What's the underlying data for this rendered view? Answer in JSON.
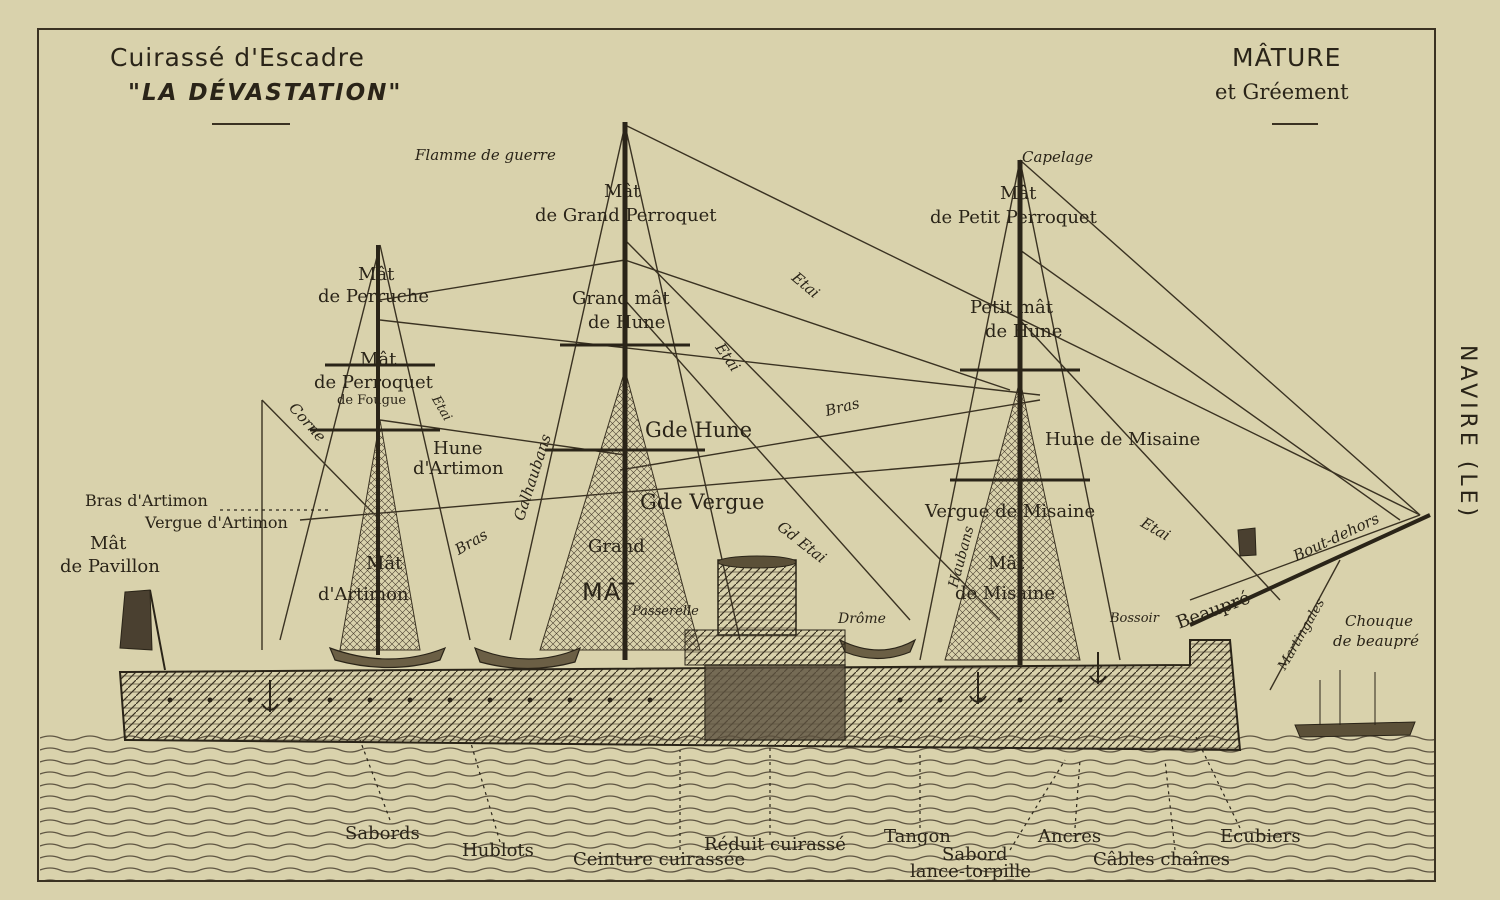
{
  "header": {
    "title": "Cuirassé d'Escadre",
    "subtitle": "\"LA DÉVASTATION\"",
    "right_title": "MÂTURE",
    "right_subtitle": "et Gréement",
    "side_label": "NAVIRE (LE)"
  },
  "labels": {
    "flamme": "Flamme de guerre",
    "capelage": "Capelage",
    "mat_grand_perroquet_1": "Mât",
    "mat_grand_perroquet_2": "de Grand Perroquet",
    "mat_petit_perroquet_1": "Mât",
    "mat_petit_perroquet_2": "de Petit Perroquet",
    "mat_perruche_1": "Mât",
    "mat_perruche_2": "de Perruche",
    "grand_mat_hune_1": "Grand mât",
    "grand_mat_hune_2": "de Hune",
    "petit_mat_hune_1": "Petit mât",
    "petit_mat_hune_2": "de Hune",
    "mat_perroquet_fougue_1": "Mât",
    "mat_perroquet_fougue_2": "de Perroquet",
    "mat_perroquet_fougue_3": "de Fougue",
    "etai_1": "Etai",
    "etai_2": "Etai",
    "etai_3": "Etai",
    "etai_4": "Etai",
    "bras_1": "Bras",
    "bras_2": "Bras",
    "corne": "Corne",
    "hune_artimon_1": "Hune",
    "hune_artimon_2": "d'Artimon",
    "gde_hune": "Gde Hune",
    "hune_misaine": "Hune de Misaine",
    "bras_artimon": "Bras d'Artimon",
    "vergue_artimon": "Vergue d'Artimon",
    "galhaubans": "Galhaubans",
    "gde_vergue": "Gde Vergue",
    "vergue_misaine": "Vergue de Misaine",
    "gd_etai": "Gd Etai",
    "mat_pavillon_1": "Mât",
    "mat_pavillon_2": "de Pavillon",
    "mat_artimon_1": "Mât",
    "mat_artimon_2": "d'Artimon",
    "grand_mat_1": "Grand",
    "grand_mat_2": "MÂT",
    "mat_misaine_1": "Mât",
    "mat_misaine_2": "de Misaine",
    "passerelle": "Passerelle",
    "drome": "Drôme",
    "haubans": "Haubans",
    "bossoir": "Bossoir",
    "beaupre": "Beaupré",
    "bout_dehors": "Bout-dehors",
    "martingales": "Martingales",
    "chouque_1": "Chouque",
    "chouque_2": "de beaupré",
    "sabords": "Sabords",
    "hublots": "Hublots",
    "ceinture": "Ceinture cuirassée",
    "reduit": "Réduit cuirassé",
    "tangon": "Tangon",
    "sabord_lt_1": "Sabord",
    "sabord_lt_2": "lance-torpille",
    "ancres": "Ancres",
    "cables": "Câbles chaînes",
    "ecubiers": "Ecubiers"
  }
}
